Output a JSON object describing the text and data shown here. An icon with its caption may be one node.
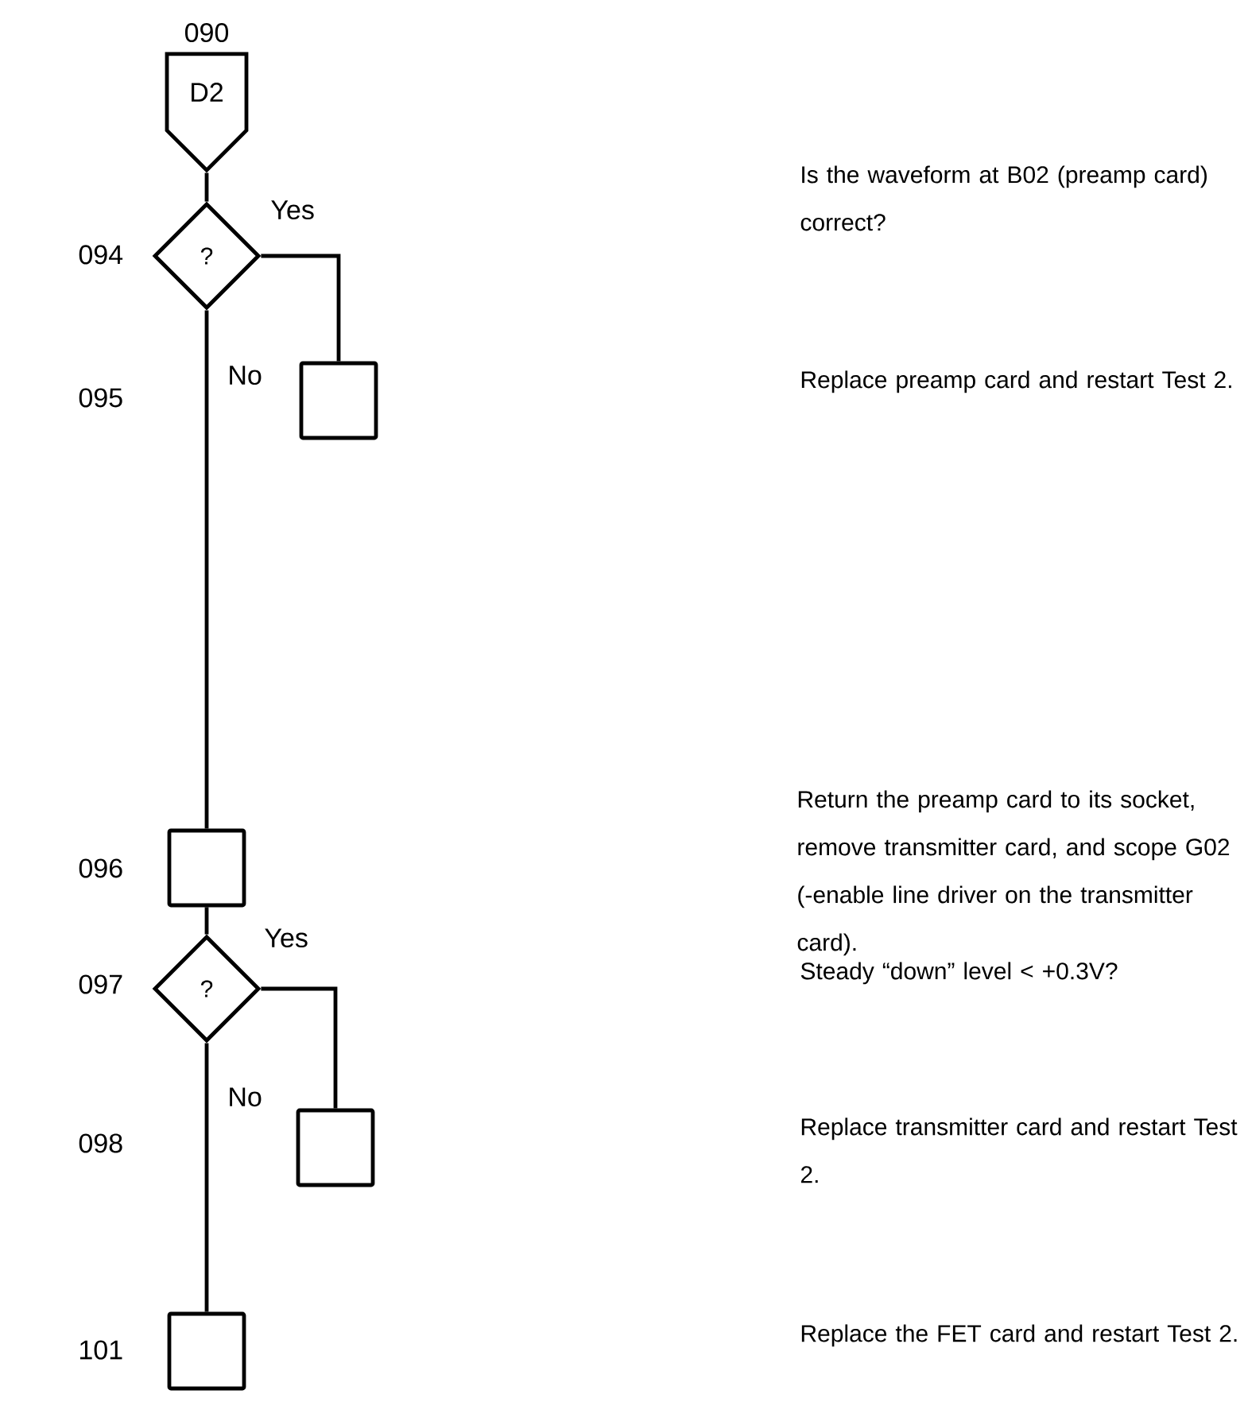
{
  "diagram": {
    "nodes": [
      {
        "text": [
          "D2"
        ],
        "beside": [
          "090"
        ]
      },
      {
        "text": [
          "?"
        ]
      },
      {
        "text": [],
        "shape": "box"
      },
      {
        "text": [],
        "shape": "box"
      },
      {
        "text": [
          "?"
        ]
      },
      {
        "text": [],
        "shape": "box"
      },
      {
        "text": [],
        "shape": "box"
      }
    ],
    "edges": [
      {
        "from": 0,
        "to": 1,
        "arrow": "none"
      },
      {
        "from": 1,
        "to": 2,
        "arrow": "none",
        "label": "Yes"
      },
      {
        "from": 1,
        "to": 3,
        "arrow": "none",
        "label": "No"
      },
      {
        "from": 3,
        "to": 4,
        "arrow": "none"
      },
      {
        "from": 4,
        "to": 5,
        "arrow": "none",
        "label": "Yes"
      },
      {
        "from": 4,
        "to": 6,
        "arrow": "none",
        "label": "No"
      }
    ],
    "labels": [
      "094",
      "Is the waveform at B02 (preamp card) correct?",
      "095",
      "Replace preamp card and restart Test 2.",
      "096",
      "Return the preamp card to its socket, remove transmitter card, and scope G02 (-enable line driver on the transmitter card).",
      "097",
      "Steady “down” level < +0.3V?",
      "098",
      "Replace transmitter card and restart Test 2.",
      "101",
      "Replace the FET card and restart Test 2."
    ]
  }
}
